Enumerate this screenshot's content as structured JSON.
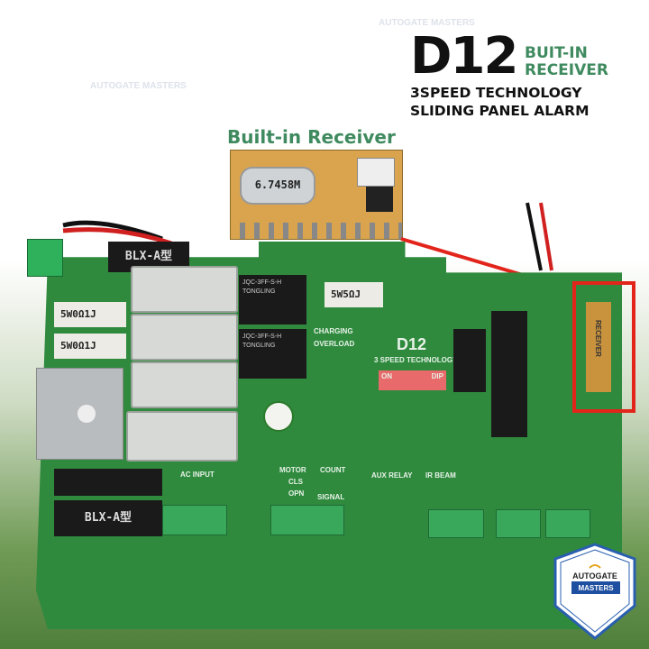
{
  "headline": {
    "model": "D12",
    "receiver_line1": "BUIT-IN",
    "receiver_line2": "RECEIVER",
    "line1": "3SPEED TECHNOLOGY",
    "line2": "SLIDING PANEL ALARM"
  },
  "inset": {
    "title": "Built-in Receiver",
    "crystal_label": "6.7458M"
  },
  "board": {
    "model_label": "D12",
    "speed_label": "3 SPEED TECHNOLOGY",
    "resistor_top": "5W5ΩJ",
    "resistor_left_1": "5W0Ω1J",
    "resistor_left_2": "5W0Ω1J",
    "fuse_holder_top": "BLX-A型",
    "fuse_holder_bottom": "BLX-A型",
    "relay_brand": "TONGLING",
    "relay_model": "JQC-3FF-S-H",
    "charging": "CHARGING",
    "overload": "OVERLOAD",
    "ac_input": "AC INPUT",
    "motor": "MOTOR",
    "signal": "SIGNAL",
    "count": "COUNT",
    "aux_relay": "AUX RELAY",
    "ir_beam": "IR BEAM",
    "dip": "DIP",
    "on": "ON",
    "receiver": "RECEIVER",
    "cls": "CLS",
    "opn": "OPN"
  },
  "logo": {
    "line1": "AUTOGATE",
    "line2": "MASTERS"
  },
  "watermark": "AUTOGATE MASTERS",
  "colors": {
    "accent_green": "#3f8a5f",
    "pcb": "#2f8a3e",
    "highlight_red": "#e2241b",
    "logo_blue": "#1f4fa0"
  }
}
